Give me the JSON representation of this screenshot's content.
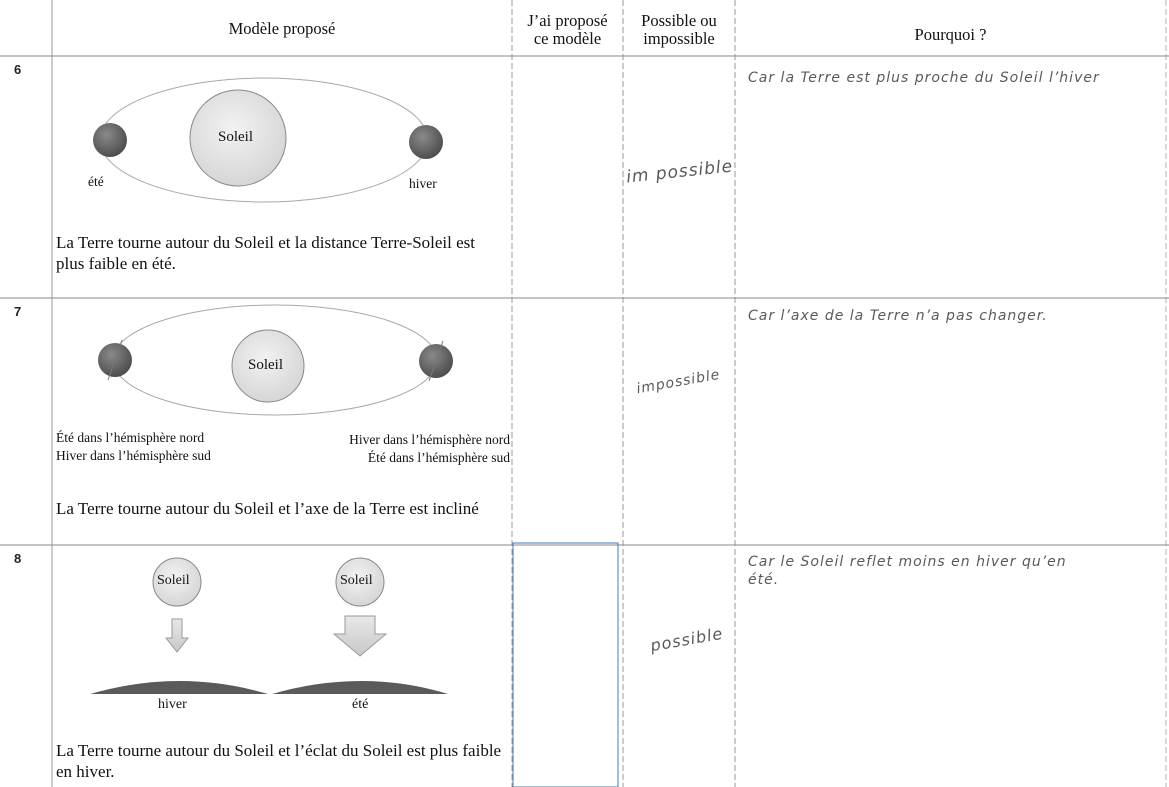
{
  "headers": {
    "model": "Modèle proposé",
    "proposed_line1": "J’ai proposé",
    "proposed_line2": "ce modèle",
    "possible_line1": "Possible ou",
    "possible_line2": "impossible",
    "why": "Pourquoi ?"
  },
  "rows": [
    {
      "number": "6",
      "sun_label": "Soleil",
      "left_label": "été",
      "right_label": "hiver",
      "caption": "La Terre tourne autour du Soleil et la distance Terre-Soleil est plus faible en été.",
      "answer": "im possible",
      "reason": "Car la Terre est plus proche du Soleil l’hiver"
    },
    {
      "number": "7",
      "sun_label": "Soleil",
      "left_line1": "Été dans l’hémisphère nord",
      "left_line2": "Hiver dans l’hémisphère sud",
      "right_line1": "Hiver dans l’hémisphère nord",
      "right_line2": "Été dans l’hémisphère sud",
      "caption": "La Terre tourne autour du Soleil et l’axe de la Terre est incliné",
      "answer": "impossible",
      "reason": "Car l’axe de la Terre n’a pas changer."
    },
    {
      "number": "8",
      "sun_left": "Soleil",
      "sun_right": "Soleil",
      "left_label": "hiver",
      "right_label": "été",
      "caption": "La Terre tourne autour du Soleil et l’éclat du Soleil est plus faible en hiver.",
      "answer": "possible",
      "reason_line1": "Car le Soleil reflet moins en hiver qu’en",
      "reason_line2": "été."
    }
  ],
  "colors": {
    "grid": "#9a9a9a",
    "sun": "#e2e2e2",
    "earth": "#6a6a6a",
    "ink": "#5a5a5a",
    "highlight": "#4a78b8"
  }
}
